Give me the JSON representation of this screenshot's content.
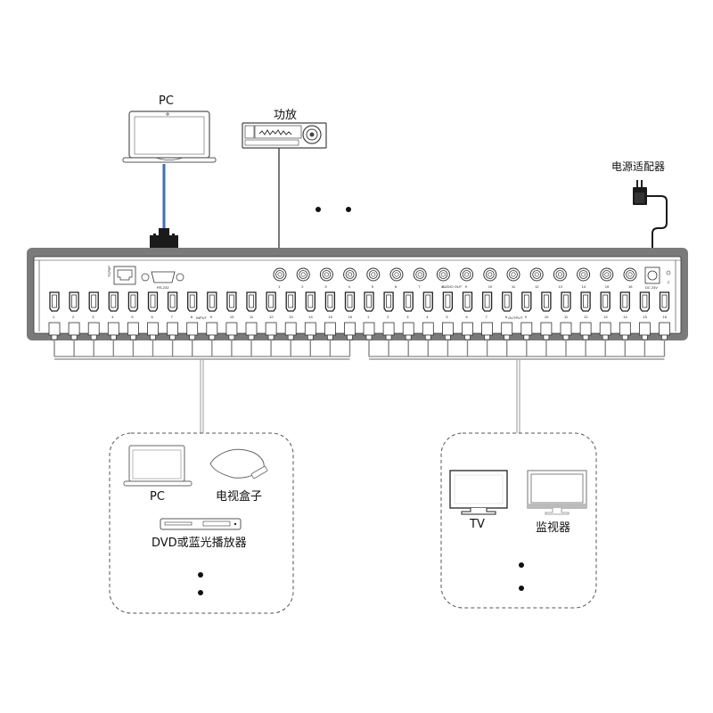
{
  "title": "16x16 HDMI matrix switcher connection diagram",
  "top_devices": {
    "pc_label": "PC",
    "amp_label": "功放",
    "power_label": "电源适配器"
  },
  "panel": {
    "tcpip_label": "TCP/IP",
    "rs232_label": "RS-232",
    "audio_out_label": "AUDIO OUT",
    "input_label": "INPUT",
    "output_label": "OUTPUT",
    "dc_label": "DC 24V",
    "ground_label": "⏚",
    "audio_ports": [
      "1",
      "2",
      "3",
      "4",
      "5",
      "6",
      "7",
      "8",
      "9",
      "10",
      "11",
      "12",
      "13",
      "14",
      "15",
      "16"
    ],
    "input_ports": [
      "1",
      "2",
      "3",
      "4",
      "5",
      "6",
      "7",
      "8",
      "9",
      "10",
      "11",
      "12",
      "13",
      "14",
      "15",
      "16"
    ],
    "output_ports": [
      "1",
      "2",
      "3",
      "4",
      "5",
      "6",
      "7",
      "8",
      "9",
      "10",
      "11",
      "12",
      "13",
      "14",
      "15",
      "16"
    ]
  },
  "sources_group": {
    "pc_label": "PC",
    "stb_label": "电视盒子",
    "player_label": "DVD或蓝光播放器"
  },
  "displays_group": {
    "tv_label": "TV",
    "monitor_label": "监视器"
  },
  "colors": {
    "chassis": "#7a7a7a",
    "panel": "#ffffff",
    "rs232_cable": "#3b6fc4",
    "connector": "#1a1a1a",
    "connector_pins": "#c8922a"
  }
}
